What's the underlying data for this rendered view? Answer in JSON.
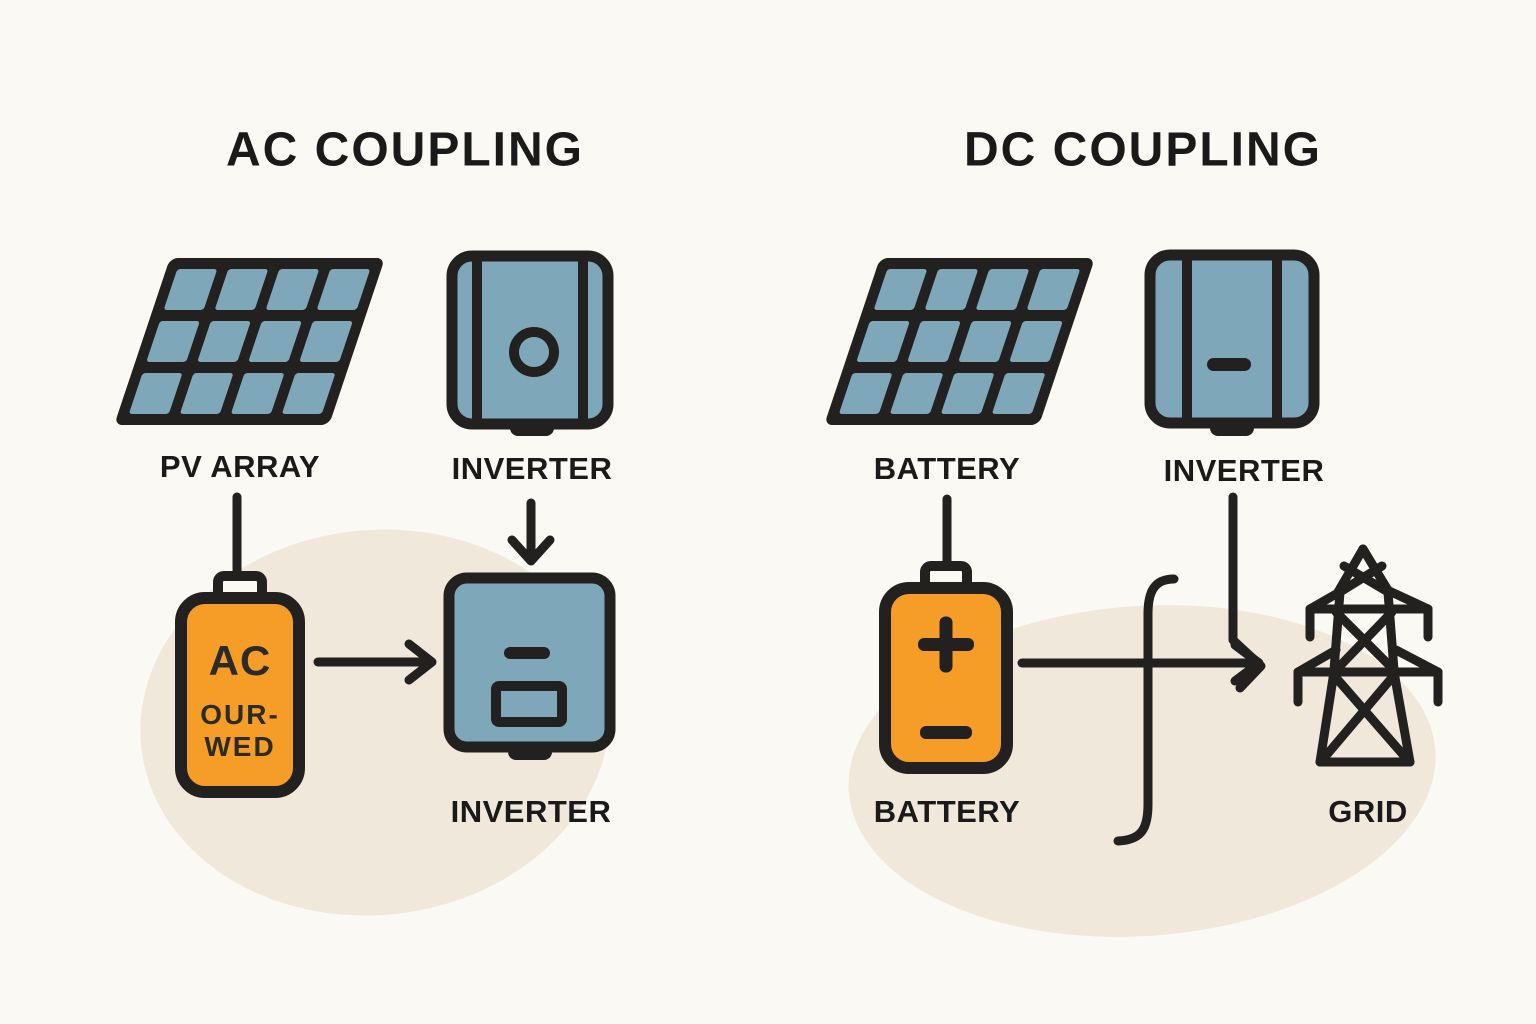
{
  "colors": {
    "background": "#fbf9f3",
    "blob": "#f0e8db",
    "panel_blue": "#7ea7ba",
    "outline_dark": "#232020",
    "battery_orange": "#f59d26",
    "text_dark": "#1a1a1a"
  },
  "ac_section": {
    "title": "AC COUPLING",
    "pv_array_label": "PV ARRAY",
    "inverter_top_label": "INVERTER",
    "inverter_bottom_label": "INVERTER",
    "battery_text": {
      "line1": "AC",
      "line2": "OUR-",
      "line3": "WED"
    }
  },
  "dc_section": {
    "title": "DC COUPLING",
    "panel_label": "BATTERY",
    "inverter_label": "INVERTER",
    "battery_label": "BATTERY",
    "grid_label": "GRID"
  },
  "icons": {
    "ac": [
      "pv-array-icon",
      "inverter-icon",
      "battery-icon",
      "inverter-box-icon"
    ],
    "dc": [
      "pv-array-icon",
      "inverter-icon",
      "battery-icon",
      "plus-icon",
      "minus-icon",
      "grid-tower-icon"
    ]
  }
}
